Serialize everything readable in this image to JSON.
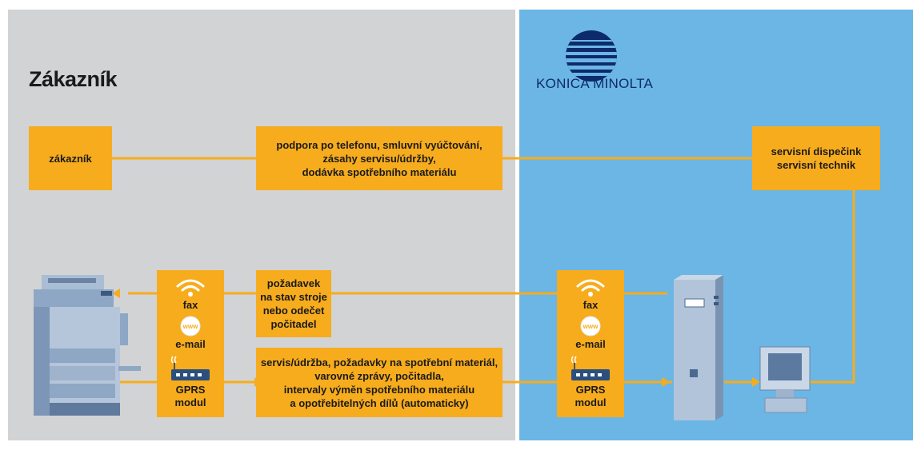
{
  "title": "Zákazník",
  "brand": {
    "name": "KONICA MINOLTA"
  },
  "colors": {
    "left_panel": "#d2d3d5",
    "right_panel": "#6bb6e5",
    "box": "#f7ac1d",
    "line": "#f7ac1d",
    "logo": "#0d2b6b"
  },
  "boxes": {
    "customer": [
      "zákazník"
    ],
    "top_message": [
      "podpora po telefonu, smluvní vyúčtování,",
      "zásahy servisu/údržby,",
      "dodávka spotřebního materiálu"
    ],
    "dispatch": [
      "servisní dispečink",
      "servisní technik"
    ],
    "request": [
      "požadavek",
      "na stav stroje",
      "nebo odečet",
      "počitadel"
    ],
    "service_info": [
      "servis/údržba, požadavky na spotřební materiál,",
      "varovné zprávy, počitadla,",
      "intervaly výměn spotřebního materiálu",
      "a opotřebitelných dílů (automaticky)"
    ]
  },
  "channels_left": {
    "fax": "fax",
    "email": "e-mail",
    "gprs1": "GPRS",
    "gprs2": "modul",
    "www": "www"
  },
  "channels_right": {
    "fax": "fax",
    "email": "e-mail",
    "gprs1": "GPRS",
    "gprs2": "modul",
    "www": "www"
  },
  "icons": [
    "konica-minolta-logo-icon",
    "copier-icon",
    "wifi-icon",
    "globe-icon",
    "modem-icon",
    "server-icon",
    "monitor-icon"
  ]
}
